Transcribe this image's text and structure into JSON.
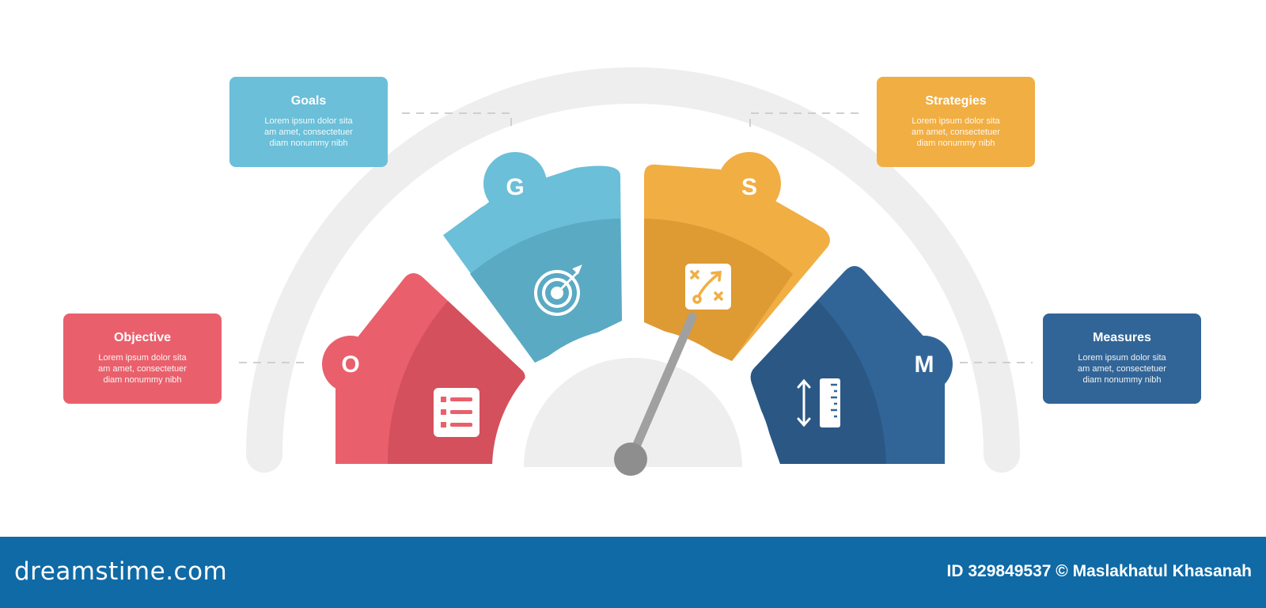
{
  "colors": {
    "objective": "#e9606c",
    "objective_dark": "#d4505c",
    "goals": "#6bbfd8",
    "goals_dark": "#5aaac4",
    "strategies": "#f1ae43",
    "strategies_dark": "#de9a33",
    "measures": "#326597",
    "measures_dark": "#2b5785",
    "arc": "#eeeeee",
    "needle": "#a0a0a0",
    "footer": "#0f6aa6"
  },
  "sections": {
    "objective": {
      "letter": "O",
      "title": "Objective",
      "body": "Lorem ipsum dolor sita\nam amet, consectetuer\ndiam nonummy  nibh",
      "icon": "list-icon"
    },
    "goals": {
      "letter": "G",
      "title": "Goals",
      "body": "Lorem ipsum dolor sita\nam amet, consectetuer\ndiam nonummy  nibh",
      "icon": "target-icon"
    },
    "strategies": {
      "letter": "S",
      "title": "Strategies",
      "body": "Lorem ipsum dolor sita\nam amet, consectetuer\ndiam nonummy  nibh",
      "icon": "strategy-board-icon"
    },
    "measures": {
      "letter": "M",
      "title": "Measures",
      "body": "Lorem ipsum dolor sita\nam amet, consectetuer\ndiam nonummy  nibh",
      "icon": "ruler-icon"
    }
  },
  "footer": {
    "brand": "dreamstime.com",
    "credit": "ID 329849537 © Maslakhatul Khasanah"
  }
}
